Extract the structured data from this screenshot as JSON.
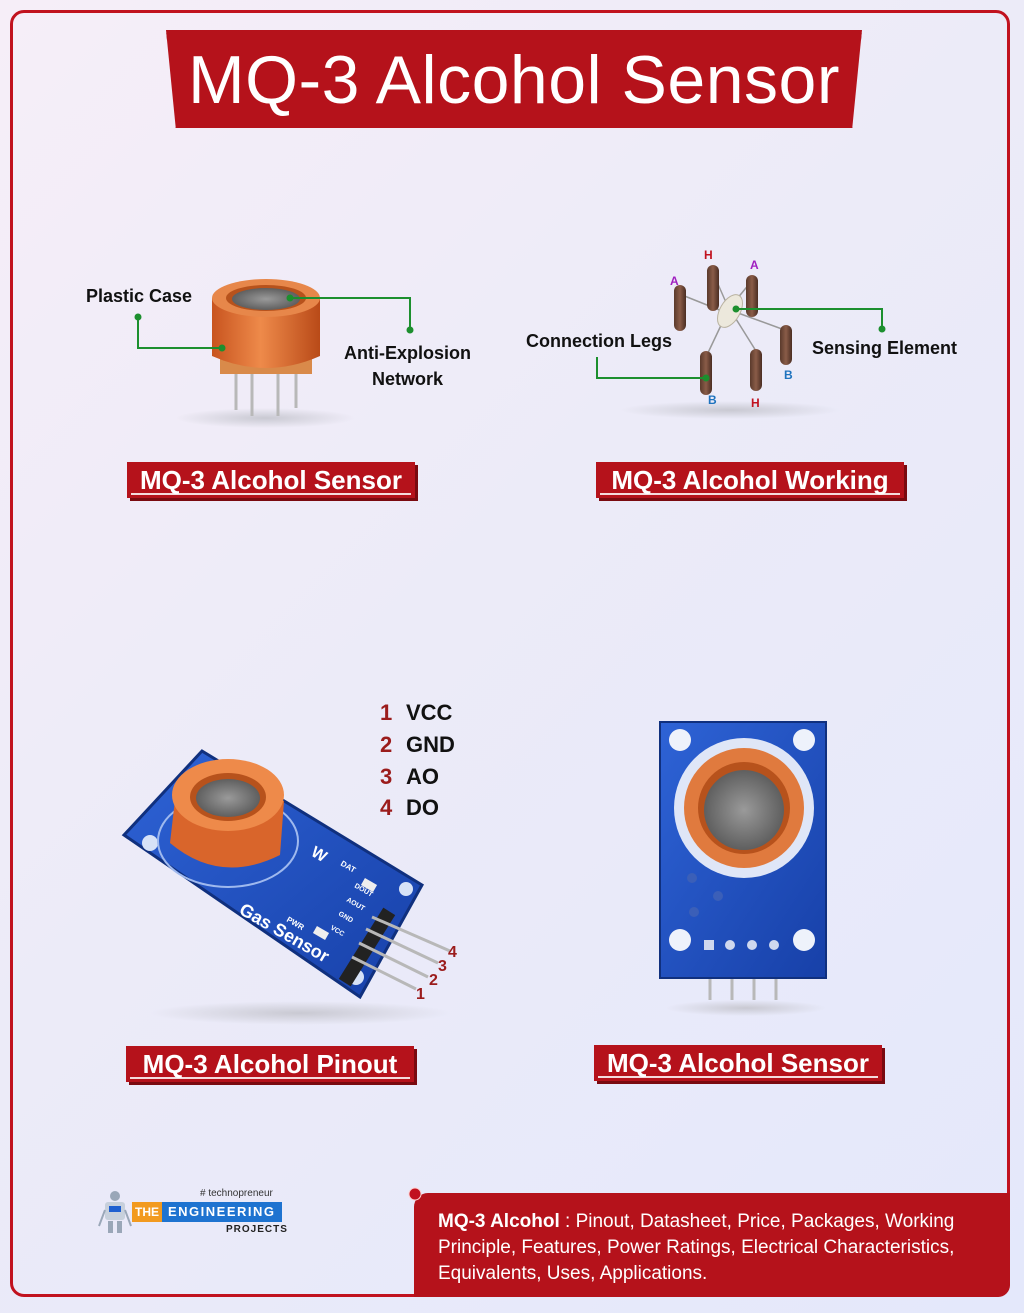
{
  "title": "MQ-3 Alcohol Sensor",
  "panels": {
    "sensor": {
      "label": "MQ-3 Alcohol Sensor",
      "callouts": {
        "plastic_case": "Plastic Case",
        "anti_explosion_1": "Anti-Explosion",
        "anti_explosion_2": "Network"
      }
    },
    "working": {
      "label": "MQ-3 Alcohol Working",
      "callouts": {
        "connection_legs": "Connection Legs",
        "sensing_element": "Sensing Element"
      },
      "leg_letters": {
        "h_top": "H",
        "a_left": "A",
        "a_right": "A",
        "b_left": "B",
        "h_bottom": "H",
        "b_right": "B"
      }
    },
    "pinout": {
      "label": "MQ-3 Alcohol Pinout",
      "pins": [
        {
          "num": "1",
          "name": "VCC"
        },
        {
          "num": "2",
          "name": "GND"
        },
        {
          "num": "3",
          "name": "AO"
        },
        {
          "num": "4",
          "name": "DO"
        }
      ],
      "board_text": {
        "product": "Gas Sensor",
        "pwr": "PWR",
        "dat": "DAT",
        "dout": "DOUT",
        "aout": "AOUT",
        "gnd": "GND",
        "vcc": "VCC",
        "brand": "W"
      },
      "pin_markers": [
        "1",
        "2",
        "3",
        "4"
      ]
    },
    "module": {
      "label": "MQ-3 Alcohol Sensor"
    }
  },
  "footer": {
    "logo_tag": "# technopreneur",
    "logo_the": "THE",
    "logo_engineering": "ENGINEERING",
    "logo_projects": "PROJECTS",
    "info_bold": "MQ-3 Alcohol",
    "info_rest": " : Pinout, Datasheet, Price, Packages, Working Principle, Features, Power Ratings, Electrical Characteristics, Equivalents, Uses, Applications."
  },
  "colors": {
    "brand_red": "#b5121b",
    "callout_green": "#1c8f2e",
    "pcb_blue": "#1d4fc4",
    "sensor_orange": "#d9652b"
  }
}
